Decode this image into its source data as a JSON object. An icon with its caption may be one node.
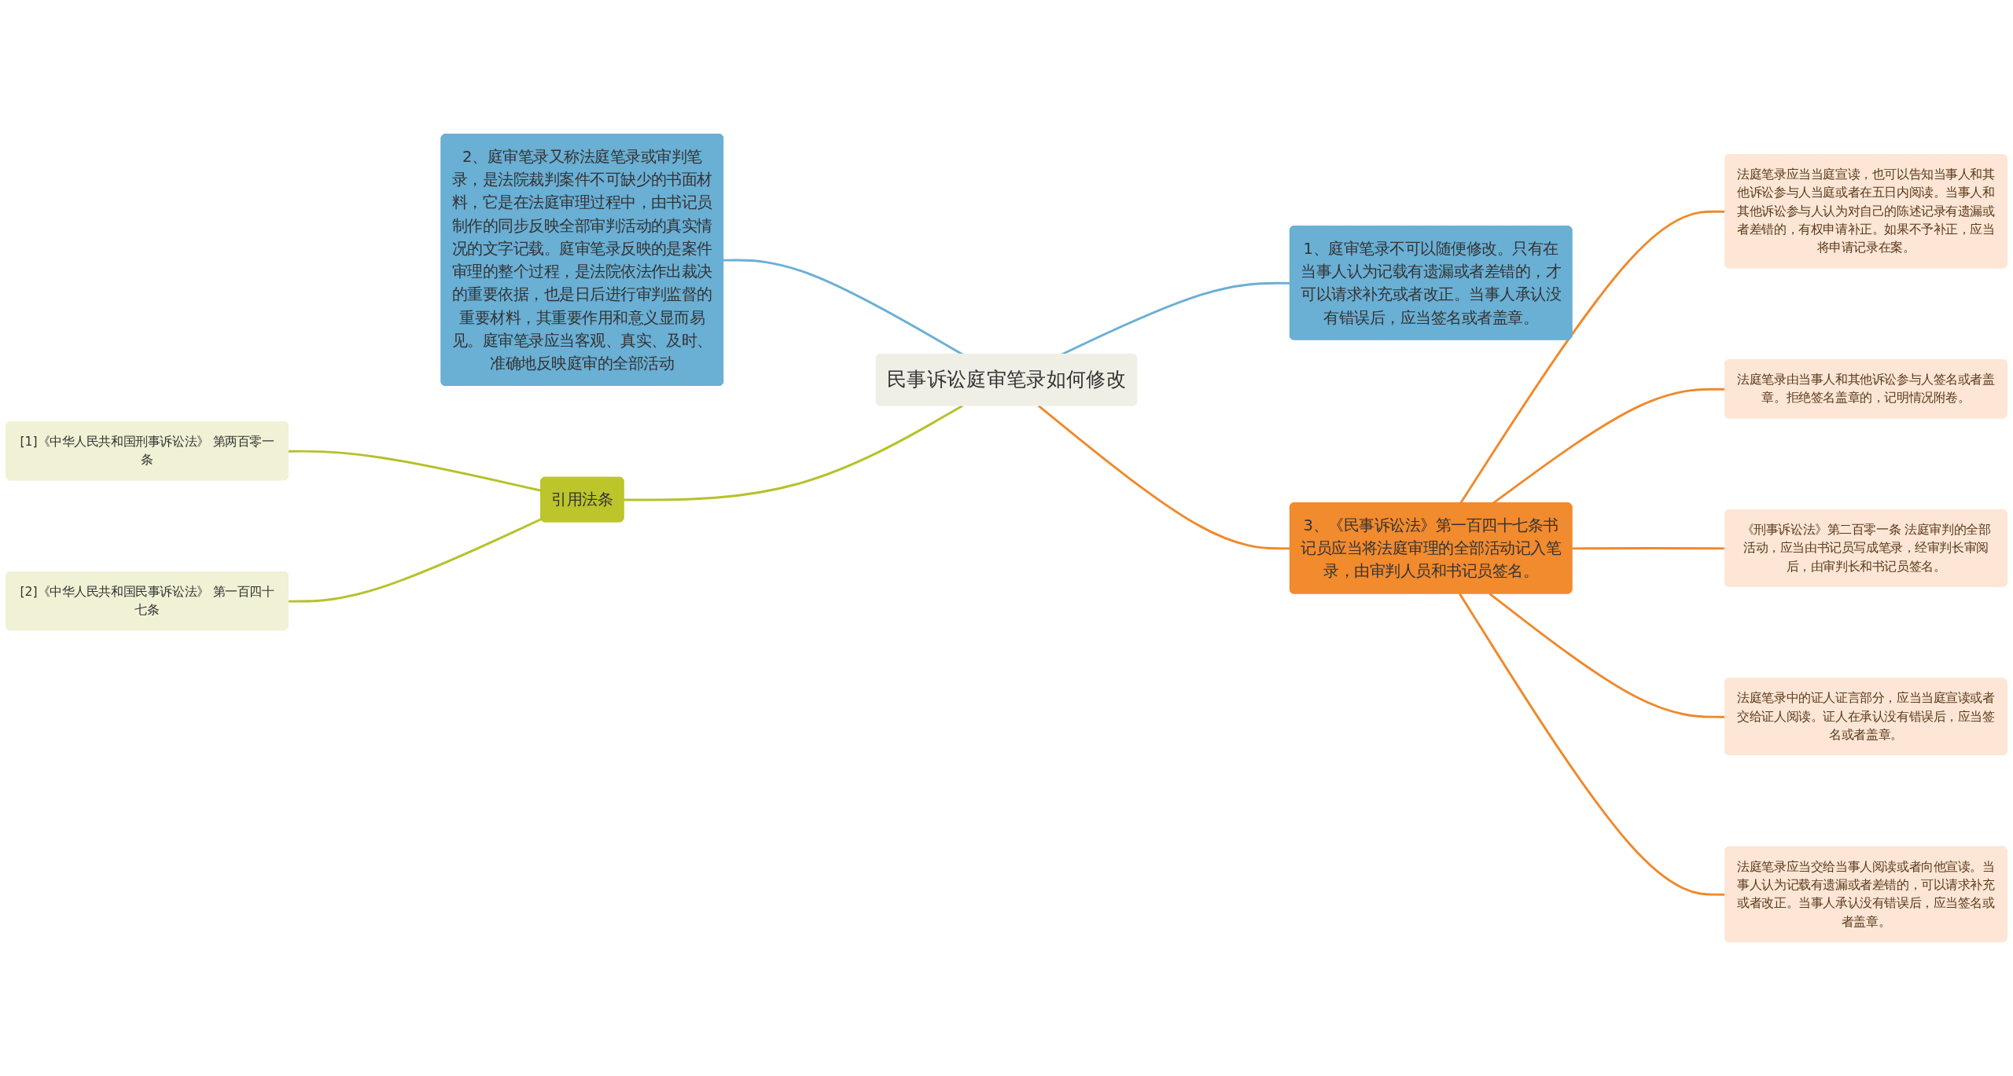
{
  "diagram": {
    "nodes": [
      {
        "text": [
          "民事诉讼庭审笔录如何修改"
        ]
      },
      {
        "text": [
          "2、庭审笔录又称法庭笔录或审判笔录，是法院裁判案件不可缺少的书面材料，它是在法庭审理过程中，由书记员制作的同步反映全部审判活动的真实情况的文字记载。庭审笔录反映的是案件审理的整个过程，是法院依法作出裁决的重要依据，也是日后进行审判监督的重要材料，其重要作用和意义显而易见。庭审笔录应当客观、真实、及时、准确地反映庭审的全部活动"
        ]
      },
      {
        "text": [
          "引用法条"
        ]
      },
      {
        "text": [
          "[1]《中华人民共和国刑事诉讼法》 第两百零一条"
        ]
      },
      {
        "text": [
          "[2]《中华人民共和国民事诉讼法》 第一百四十七条"
        ]
      },
      {
        "text": [
          "1、庭审笔录不可以随便修改。只有在当事人认为记载有遗漏或者差错的，才可以请求补充或者改正。当事人承认没有错误后，应当签名或者盖章。"
        ]
      },
      {
        "text": [
          "3、《民事诉讼法》第一百四十七条书记员应当将法庭审理的全部活动记入笔录，由审判人员和书记员签名。"
        ]
      },
      {
        "text": [
          "法庭笔录应当当庭宣读，也可以告知当事人和其他诉讼参与人当庭或者在五日内阅读。当事人和其他诉讼参与人认为对自己的陈述记录有遗漏或者差错的，有权申请补正。如果不予补正，应当将申请记录在案。"
        ]
      },
      {
        "text": [
          "法庭笔录由当事人和其他诉讼参与人签名或者盖章。拒绝签名盖章的，记明情况附卷。"
        ]
      },
      {
        "text": [
          "《刑事诉讼法》第二百零一条 法庭审判的全部活动，应当由书记员写成笔录，经审判长审阅后，由审判长和书记员签名。"
        ]
      },
      {
        "text": [
          "法庭笔录中的证人证言部分，应当当庭宣读或者交给证人阅读。证人在承认没有错误后，应当签名或者盖章。"
        ]
      },
      {
        "text": [
          "法庭笔录应当交给当事人阅读或者向他宣读。当事人认为记载有遗漏或者差错的，可以请求补充或者改正。当事人承认没有错误后，应当签名或者盖章。"
        ]
      }
    ],
    "edges": [
      {
        "from": 1,
        "to": 0,
        "arrow": "none",
        "color": "#6aafd4"
      },
      {
        "from": 2,
        "to": 0,
        "arrow": "none",
        "color": "#b6c12a"
      },
      {
        "from": 3,
        "to": 2,
        "arrow": "none",
        "color": "#b6c12a"
      },
      {
        "from": 4,
        "to": 2,
        "arrow": "none",
        "color": "#b6c12a"
      },
      {
        "from": 0,
        "to": 5,
        "arrow": "none",
        "color": "#6aafd4"
      },
      {
        "from": 0,
        "to": 6,
        "arrow": "none"
      },
      {
        "from": 6,
        "to": 7,
        "arrow": "none"
      },
      {
        "from": 6,
        "to": 8,
        "arrow": "none"
      },
      {
        "from": 6,
        "to": 9,
        "arrow": "none"
      },
      {
        "from": 6,
        "to": 10,
        "arrow": "none"
      },
      {
        "from": 6,
        "to": 11,
        "arrow": "none"
      }
    ]
  }
}
